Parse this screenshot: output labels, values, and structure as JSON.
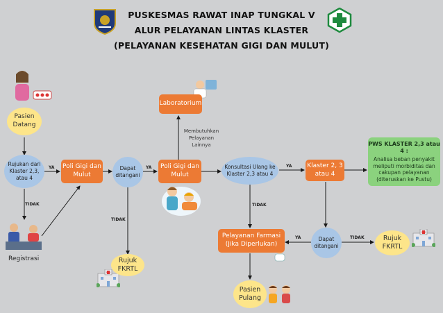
{
  "title": {
    "line1": "PUSKESMAS RAWAT INAP TUNGKAL V",
    "line2": "ALUR PELAYANAN LINTAS KLASTER",
    "line3": "(PELAYANAN KESEHATAN GIGI DAN MULUT)"
  },
  "nodes": {
    "pasien_datang": "Pasien Datang",
    "rujukan": "Rujukan dari Klaster 2,3, atau 4",
    "registrasi": "Registrasi",
    "poli1": "Poli Gigi dan Mulut",
    "dapat_ditangani1": "Dapat ditangani",
    "rujuk1": "Rujuk FKRTL",
    "poli2": "Poli Gigi dan Mulut",
    "laboratorium": "Laboratorium",
    "membutuhkan": "Membutuhkan Pelayanan Lainnya",
    "konsultasi": "Konsultasi Ulang ke Klaster 2,3 atau 4",
    "klaster": "Klaster 2, 3 atau 4",
    "pws_title": "PWS KLASTER 2,3 atau 4 :",
    "pws_body": "Analisa beban penyakit meliputi morbiditas dan cakupan pelayanan (diteruskan ke Pustu)",
    "farmasi": "Pelayanan Farmasi (Jika Diperlukan)",
    "dapat_ditangani2": "Dapat ditangani",
    "rujuk2": "Rujuk FKRTL",
    "pasien_pulang": "Pasien Pulang"
  },
  "labels": {
    "ya": "YA",
    "tidak": "TIDAK"
  },
  "colors": {
    "background": "#cfd0d2",
    "blue_oval": "#a9c6e6",
    "yellow_oval": "#fde58a",
    "orange_box": "#ec7a34",
    "green_box": "#8bd27e",
    "arrow": "#1a1a1a"
  },
  "icons": {
    "left_logo": "regency-shield-logo",
    "right_logo": "puskesmas-logo",
    "hospital": "hospital-icon",
    "patient": "patient-icon",
    "dentist": "dentist-icon"
  }
}
